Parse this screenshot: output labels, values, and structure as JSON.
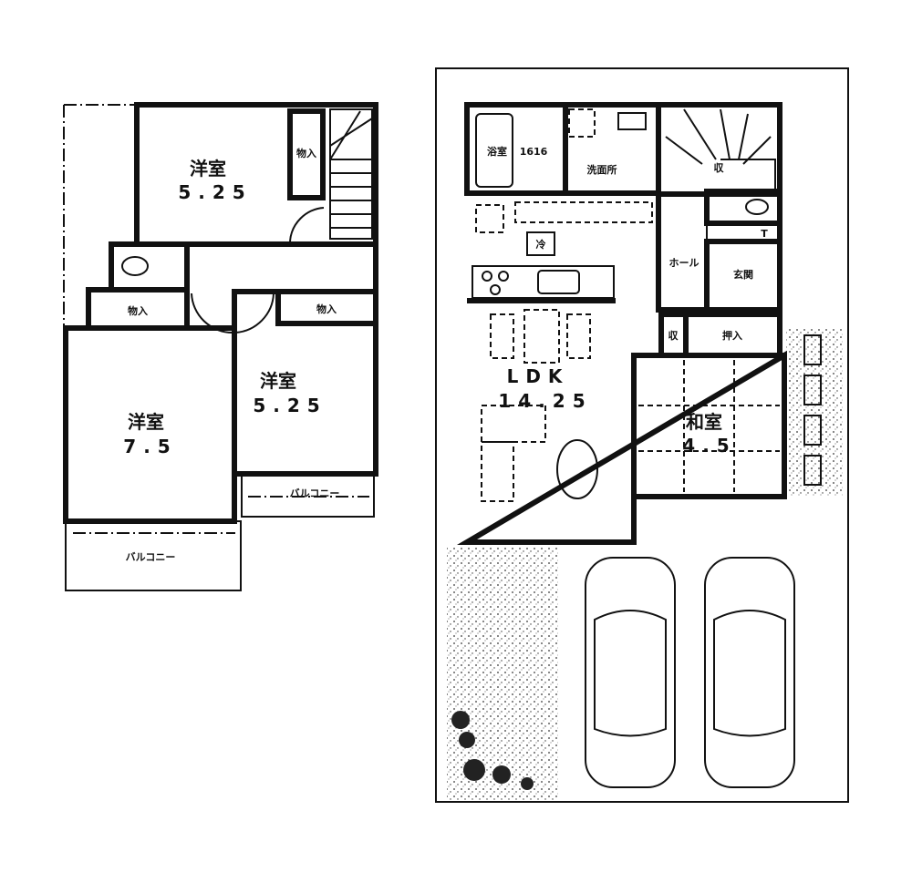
{
  "floor2": {
    "room_north": {
      "name": "洋室",
      "size": "5.25"
    },
    "room_west": {
      "name": "洋室",
      "size": "7.5"
    },
    "room_east": {
      "name": "洋室",
      "size": "5.25"
    },
    "closet_north": "物入",
    "closet_west": "物入",
    "closet_east": "物入",
    "balcony_east": "バルコニー",
    "balcony_south": "バルコニー"
  },
  "floor1": {
    "ldk": {
      "name": "LDK",
      "size": "14.25"
    },
    "washitsu": {
      "name": "和室",
      "size": "4.5"
    },
    "oshiire": "押入",
    "genkan": "玄関",
    "hall": "ホール",
    "bath": "浴室",
    "bath_size": "1616",
    "washroom": "洗面所",
    "fridge": "冷",
    "storage_stair": "収",
    "storage_hall": "収",
    "t_mark": "T"
  },
  "colors": {
    "line": "#111111",
    "background": "#ffffff"
  }
}
